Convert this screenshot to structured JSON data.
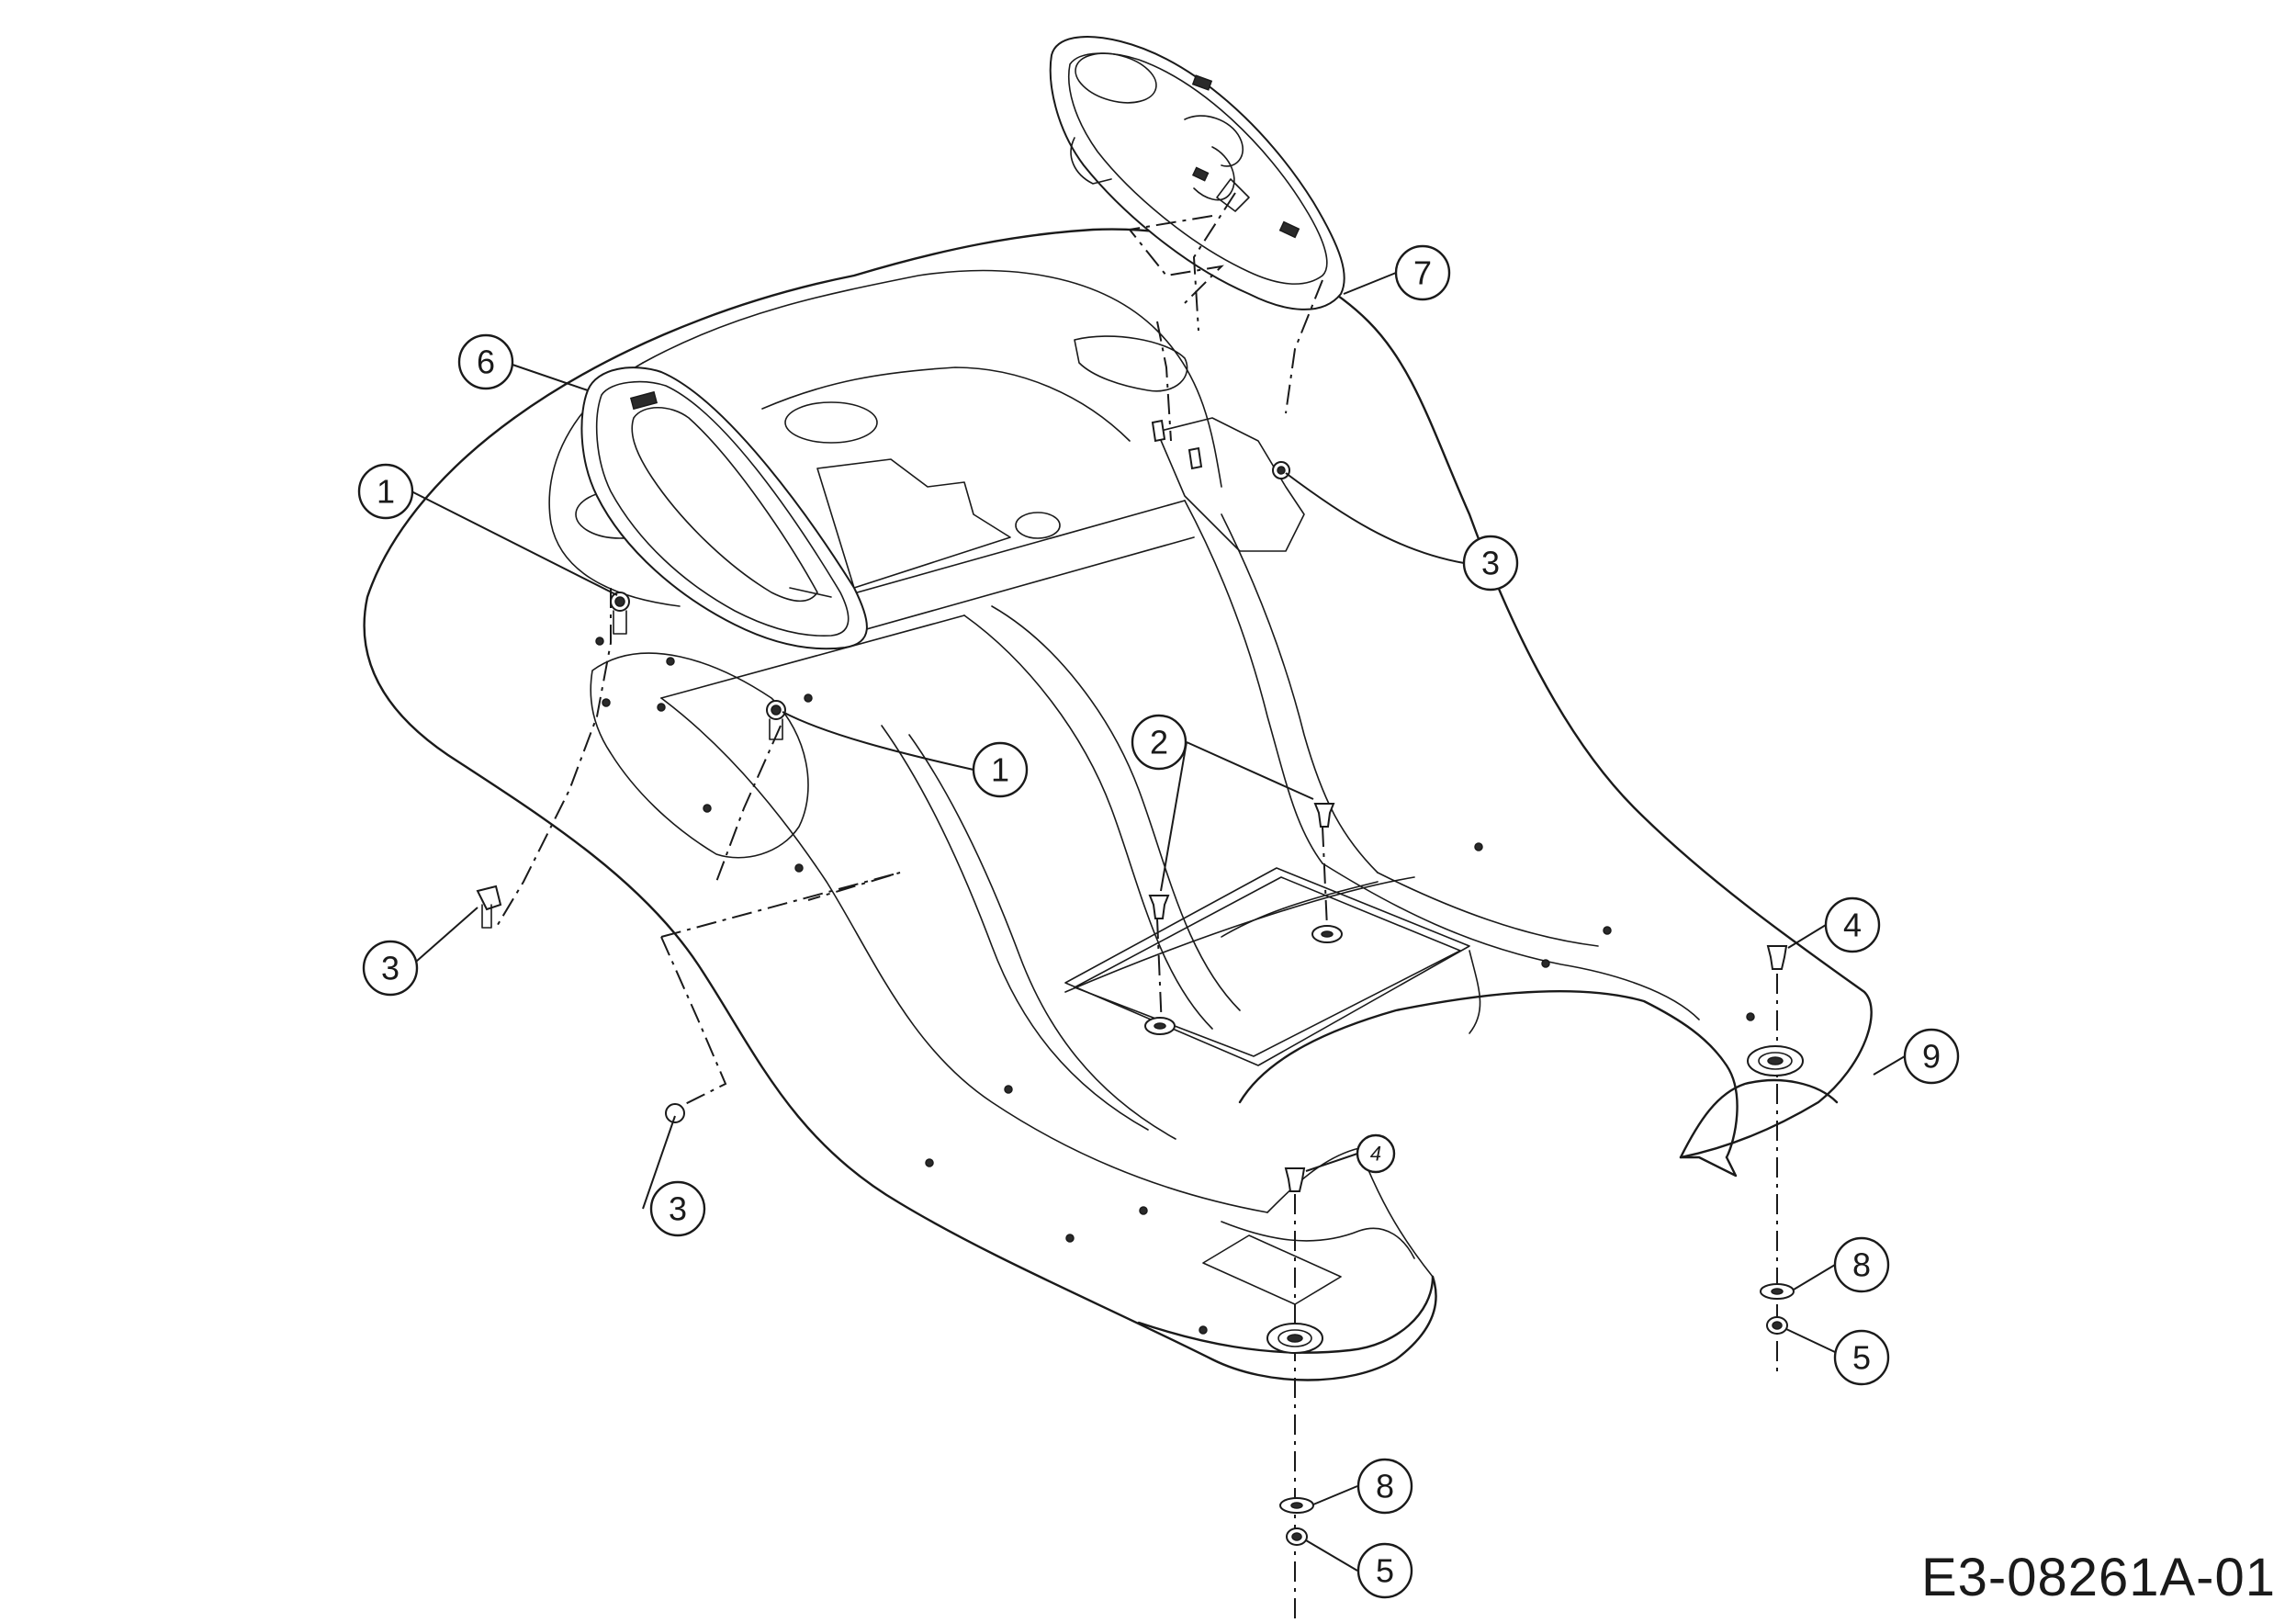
{
  "callouts": [
    {
      "label": "1"
    },
    {
      "label": "1"
    },
    {
      "label": "2"
    },
    {
      "label": "3"
    },
    {
      "label": "3"
    },
    {
      "label": "3"
    },
    {
      "label": "4"
    },
    {
      "label": "4"
    },
    {
      "label": "5"
    },
    {
      "label": "5"
    },
    {
      "label": "6"
    },
    {
      "label": "7"
    },
    {
      "label": "8"
    },
    {
      "label": "8"
    },
    {
      "label": "9"
    }
  ],
  "drawing_id": "E3-08261A-01"
}
